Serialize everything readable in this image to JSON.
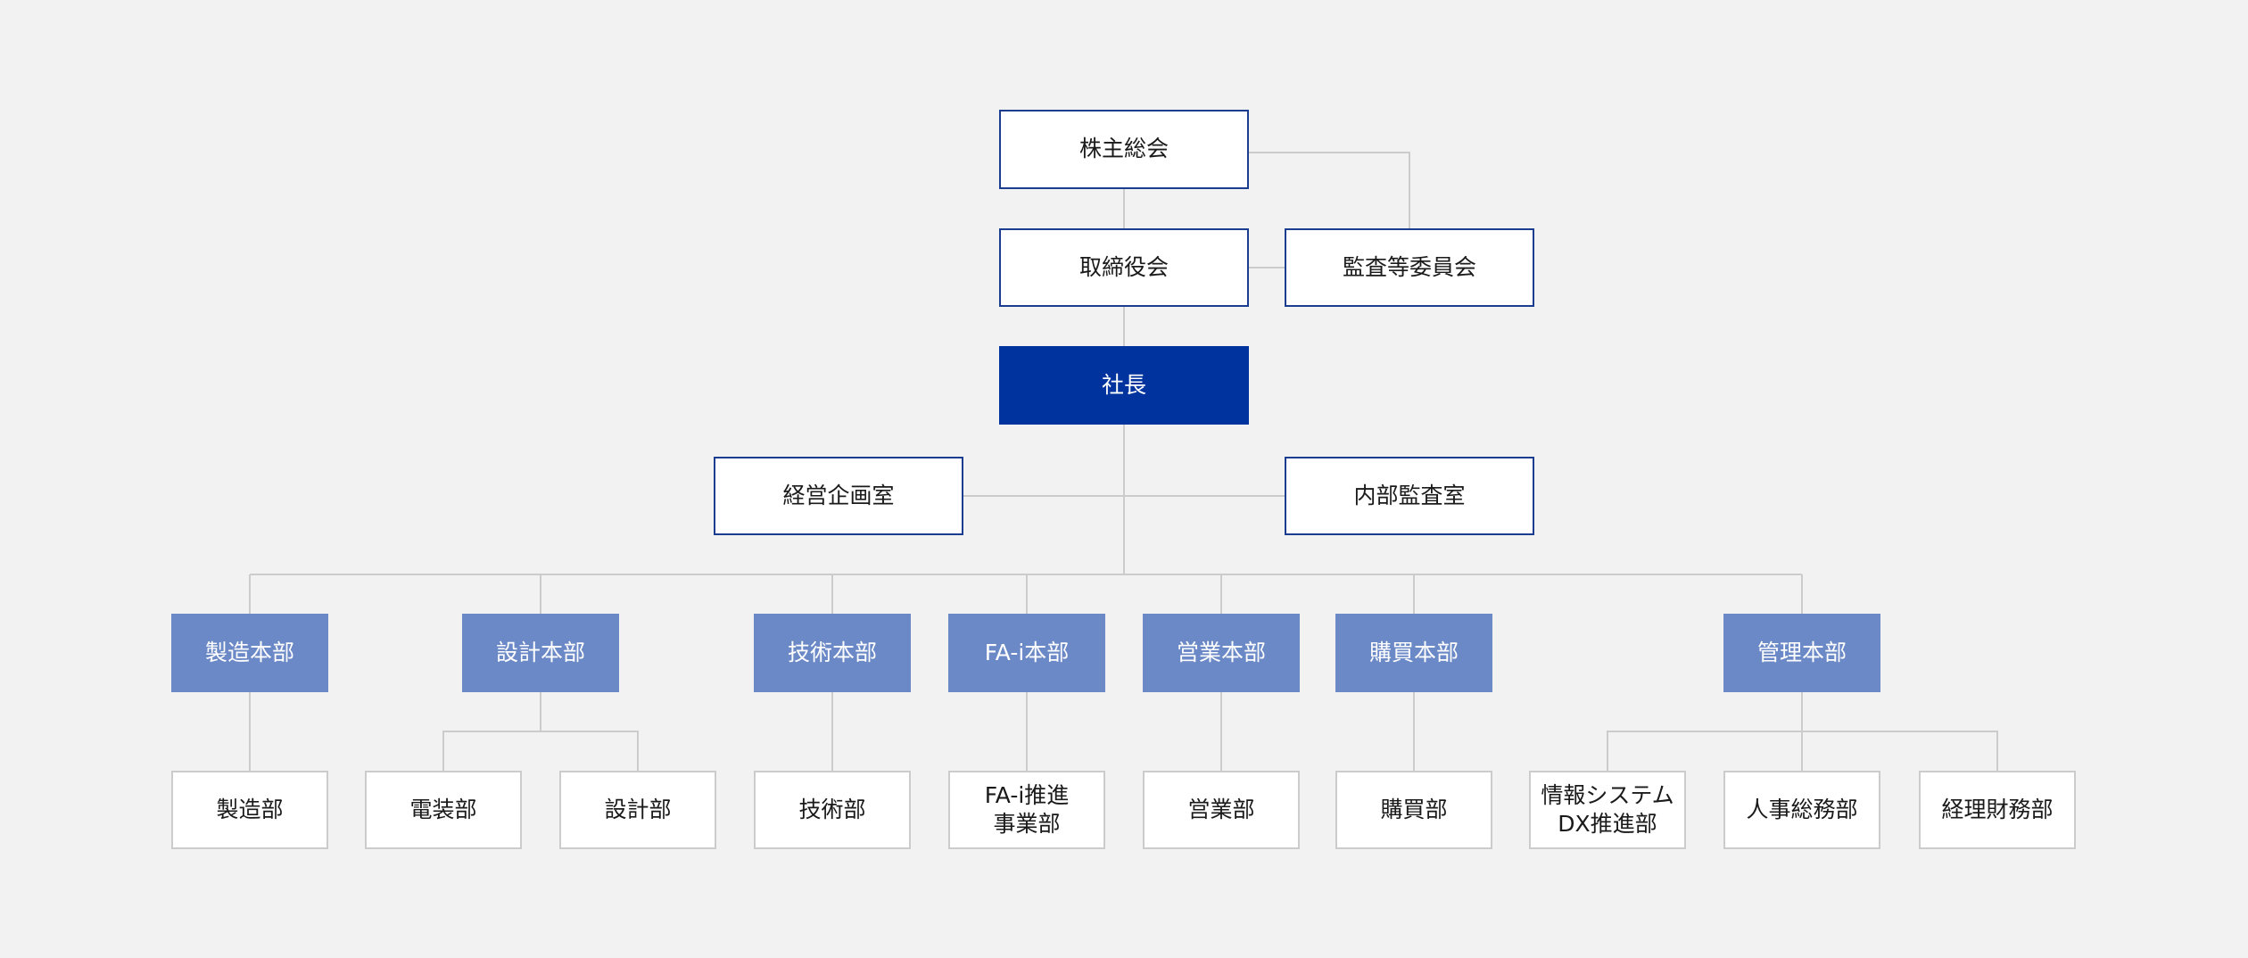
{
  "org_chart": {
    "shareholders_meeting": "株主総会",
    "board_of_directors": "取締役会",
    "audit_committee": "監査等委員会",
    "president": "社長",
    "corporate_planning": "経営企画室",
    "internal_audit": "内部監査室",
    "divisions": [
      {
        "label": "製造本部",
        "departments": [
          "製造部"
        ]
      },
      {
        "label": "設計本部",
        "departments": [
          "電装部",
          "設計部"
        ]
      },
      {
        "label": "技術本部",
        "departments": [
          "技術部"
        ]
      },
      {
        "label": "FA-i本部",
        "departments": [
          "FA-i推進\n事業部"
        ]
      },
      {
        "label": "営業本部",
        "departments": [
          "営業部"
        ]
      },
      {
        "label": "購買本部",
        "departments": [
          "購買部"
        ]
      },
      {
        "label": "管理本部",
        "departments": [
          "情報システム\nDX推進部",
          "人事総務部",
          "経理財務部"
        ]
      }
    ]
  },
  "colors": {
    "background": "#f2f2f2",
    "connector": "#cccccc",
    "executive_border": "#1a3d8f",
    "president_fill": "#00339e",
    "division_fill": "#6b89c6",
    "department_border": "#cccccc"
  }
}
